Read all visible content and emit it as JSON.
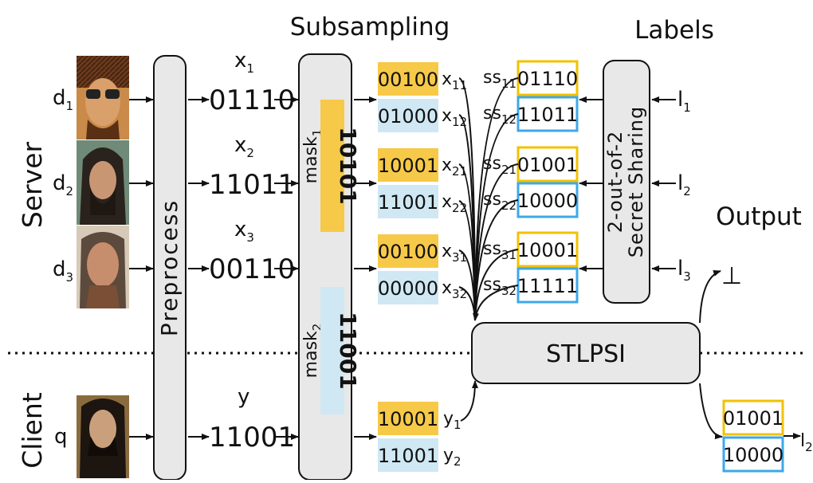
{
  "headings": {
    "subsampling": "Subsampling",
    "labels": "Labels",
    "output": "Output",
    "server": "Server",
    "client": "Client"
  },
  "blocks": {
    "preprocess": "Preprocess",
    "secret_sharing_line1": "2-out-of-2",
    "secret_sharing_line2": "Secret Sharing",
    "stlpsi": "STLPSI"
  },
  "server_rows": [
    {
      "input": "d",
      "input_sub": "1",
      "x": "x",
      "x_sub": "1",
      "code": "01110",
      "top_val": "00100",
      "top_lbl": "x",
      "top_sub": "11",
      "bot_val": "01000",
      "bot_lbl": "x",
      "bot_sub": "12",
      "ss_top_lbl": "ss",
      "ss_top_sub": "11",
      "ss_top_val": "01110",
      "ss_bot_lbl": "ss",
      "ss_bot_sub": "12",
      "ss_bot_val": "11011",
      "label": "l",
      "label_sub": "1"
    },
    {
      "input": "d",
      "input_sub": "2",
      "x": "x",
      "x_sub": "2",
      "code": "11011",
      "top_val": "10001",
      "top_lbl": "x",
      "top_sub": "21",
      "bot_val": "11001",
      "bot_lbl": "x",
      "bot_sub": "22",
      "ss_top_lbl": "ss",
      "ss_top_sub": "21",
      "ss_top_val": "01001",
      "ss_bot_lbl": "ss",
      "ss_bot_sub": "22",
      "ss_bot_val": "10000",
      "label": "l",
      "label_sub": "2"
    },
    {
      "input": "d",
      "input_sub": "3",
      "x": "x",
      "x_sub": "3",
      "code": "00110",
      "top_val": "00100",
      "top_lbl": "x",
      "top_sub": "31",
      "bot_val": "00000",
      "bot_lbl": "x",
      "bot_sub": "32",
      "ss_top_lbl": "ss",
      "ss_top_sub": "31",
      "ss_top_val": "10001",
      "ss_bot_lbl": "ss",
      "ss_bot_sub": "32",
      "ss_bot_val": "11111",
      "label": "l",
      "label_sub": "3"
    }
  ],
  "client_row": {
    "input": "q",
    "y": "y",
    "code": "11001",
    "top_val": "10001",
    "top_lbl": "y",
    "top_sub": "1",
    "bot_val": "11001",
    "bot_lbl": "y",
    "bot_sub": "2"
  },
  "masks": [
    {
      "name": "mask",
      "sub": "1",
      "value": "10101",
      "color": "#f7c948"
    },
    {
      "name": "mask",
      "sub": "2",
      "value": "11001",
      "color": "#cfe8f3"
    }
  ],
  "output": {
    "bottom_symbol": "⊥",
    "top_val": "01001",
    "bot_val": "10000",
    "label": "l",
    "label_sub": "2"
  },
  "colors": {
    "yellow": "#f7c948",
    "light_blue": "#cfe8f3",
    "box_yellow": "#f2c200",
    "box_blue": "#3ea8e8",
    "block_fill": "#e8e8e8"
  }
}
